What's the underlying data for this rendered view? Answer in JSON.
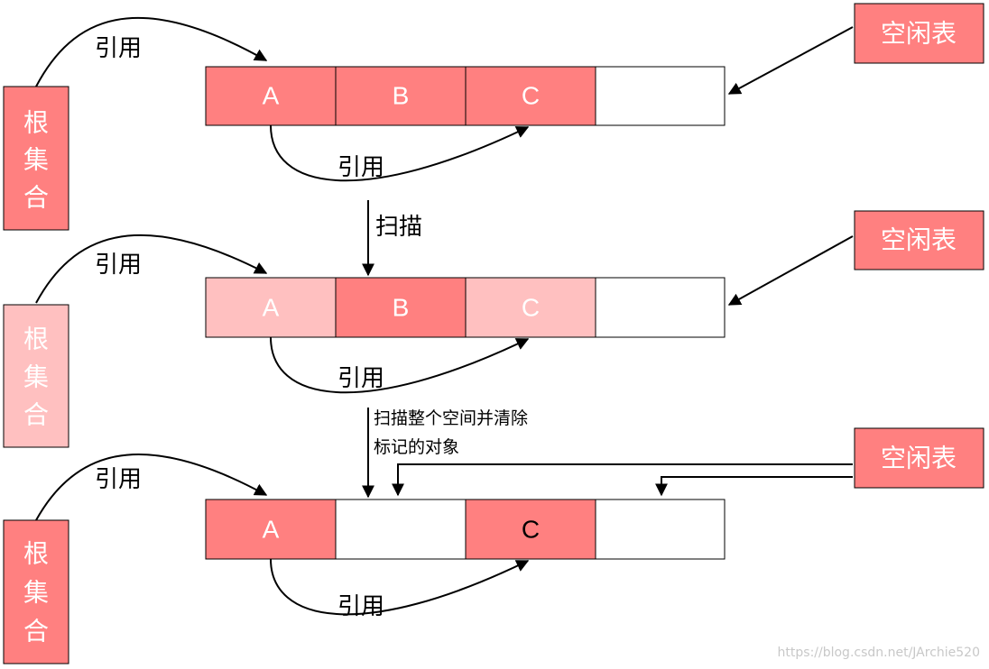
{
  "colors": {
    "solid": "#ff8080",
    "faded": "#ffc0c0",
    "empty": "#ffffff",
    "stroke": "#000000",
    "text_light": "#ffffff",
    "text_dark": "#000000"
  },
  "stage1": {
    "root_label": [
      "根",
      "集",
      "合"
    ],
    "free_list": "空闲表",
    "ref_top": "引用",
    "ref_inner": "引用",
    "cells": [
      {
        "label": "A",
        "state": "solid"
      },
      {
        "label": "B",
        "state": "solid"
      },
      {
        "label": "C",
        "state": "solid"
      },
      {
        "label": "",
        "state": "empty"
      }
    ]
  },
  "transition1": "扫描",
  "stage2": {
    "root_label": [
      "根",
      "集",
      "合"
    ],
    "free_list": "空闲表",
    "ref_top": "引用",
    "ref_inner": "引用",
    "cells": [
      {
        "label": "A",
        "state": "faded"
      },
      {
        "label": "B",
        "state": "solid"
      },
      {
        "label": "C",
        "state": "faded"
      },
      {
        "label": "",
        "state": "empty"
      }
    ]
  },
  "transition2": {
    "line1": "扫描整个空间并清除",
    "line2": "标记的对象"
  },
  "stage3": {
    "root_label": [
      "根",
      "集",
      "合"
    ],
    "free_list": "空闲表",
    "ref_top": "引用",
    "ref_inner": "引用",
    "cells": [
      {
        "label": "A",
        "state": "solid"
      },
      {
        "label": "",
        "state": "empty"
      },
      {
        "label": "C",
        "state": "solid"
      },
      {
        "label": "",
        "state": "empty"
      }
    ]
  },
  "watermark": "https://blog.csdn.net/JArchie520"
}
